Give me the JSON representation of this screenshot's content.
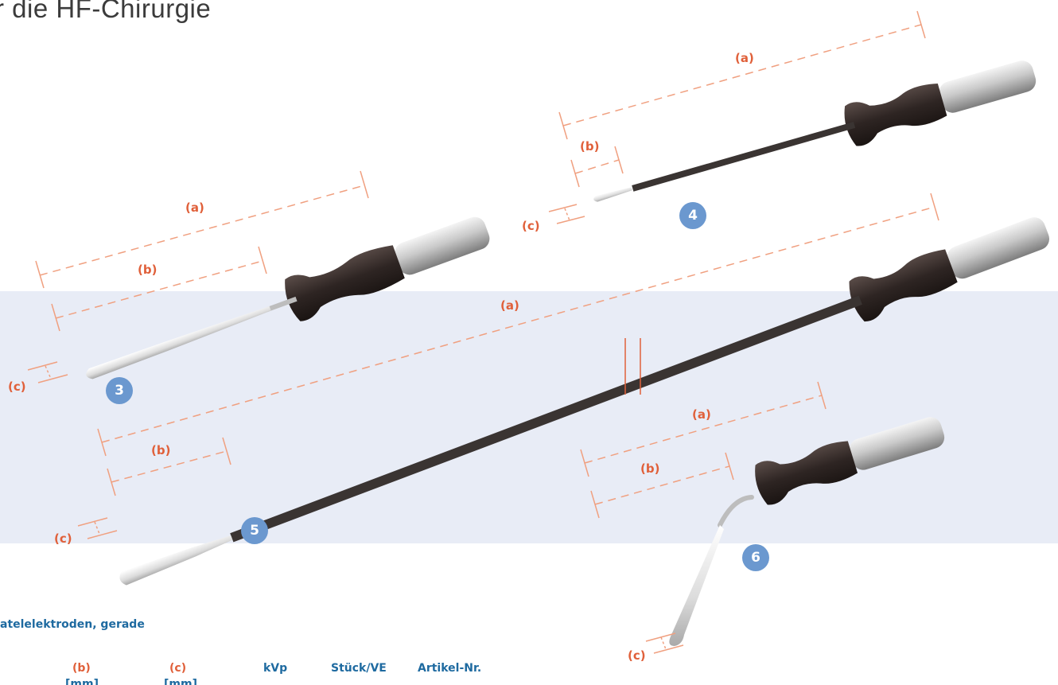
{
  "header": {
    "title_fragment": "r die HF-Chirurgie"
  },
  "section": {
    "heading": "atelelektroden, gerade"
  },
  "table_header": {
    "col_b": "(b)",
    "col_c": "(c)",
    "col_kvp": "kVp",
    "col_stueck": "Stück/VE",
    "col_artikel": "Artikel-Nr.",
    "unit_b": "[mm]",
    "unit_c": "[mm]"
  },
  "dimension_labels": {
    "a": "(a)",
    "b": "(b)",
    "c": "(c)"
  },
  "items": [
    {
      "number": "3"
    },
    {
      "number": "4"
    },
    {
      "number": "5"
    },
    {
      "number": "6"
    }
  ],
  "colors": {
    "dimension_orange": "#e0603a",
    "heading_blue": "#1e6aa0",
    "badge_blue": "#6b98cf",
    "band_background": "#e8ecf6"
  }
}
